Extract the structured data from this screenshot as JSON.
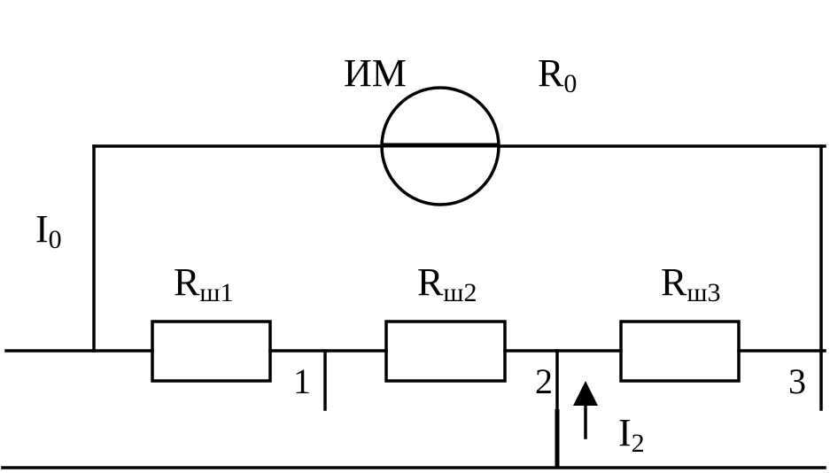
{
  "labels": {
    "meter": "ИМ",
    "r0_main": "R",
    "r0_sub": "0",
    "i0_main": "I",
    "i0_sub": "0",
    "rsh1_main": "R",
    "rsh1_sub": "ш1",
    "rsh2_main": "R",
    "rsh2_sub": "ш2",
    "rsh3_main": "R",
    "rsh3_sub": "ш3",
    "i2_main": "I",
    "i2_sub": "2",
    "node1": "1",
    "node2": "2",
    "node3": "3"
  }
}
